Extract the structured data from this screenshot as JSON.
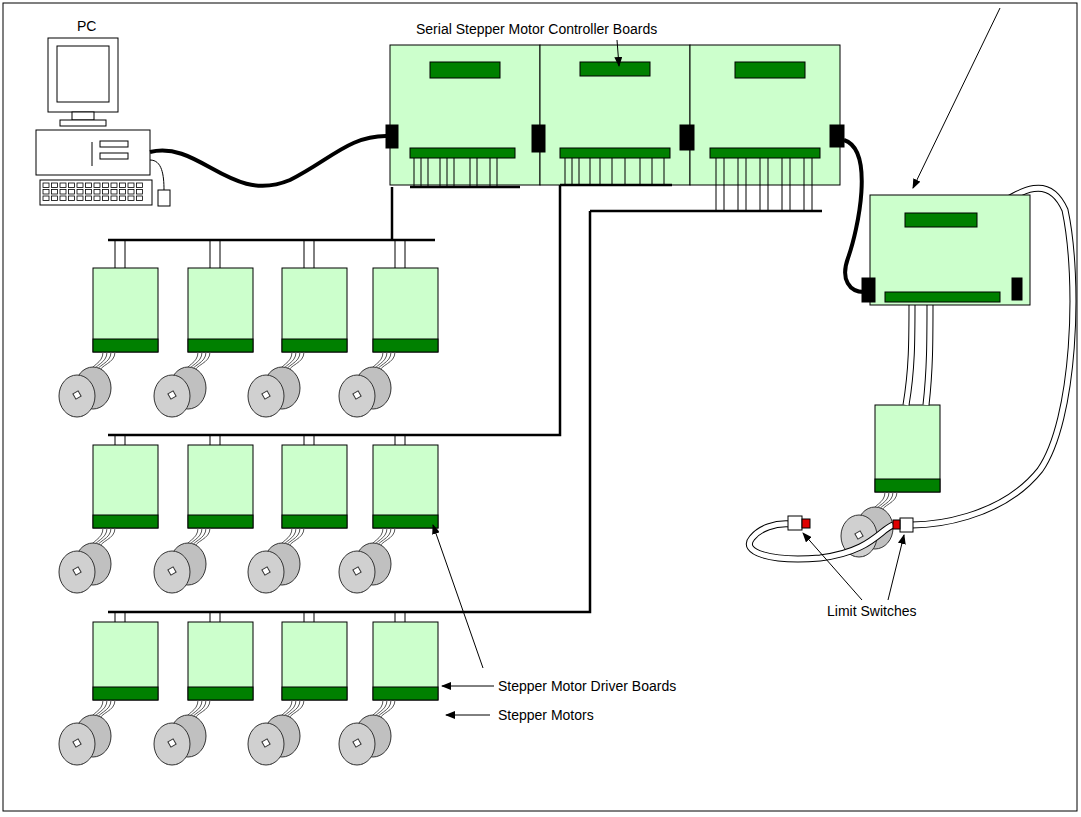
{
  "diagram": {
    "labels": [
      "Serial Stepper Motor Controller Boards",
      "PC",
      "Limit Switches",
      "Stepper Motor Driver Boards",
      "Stepper Motors"
    ]
  }
}
